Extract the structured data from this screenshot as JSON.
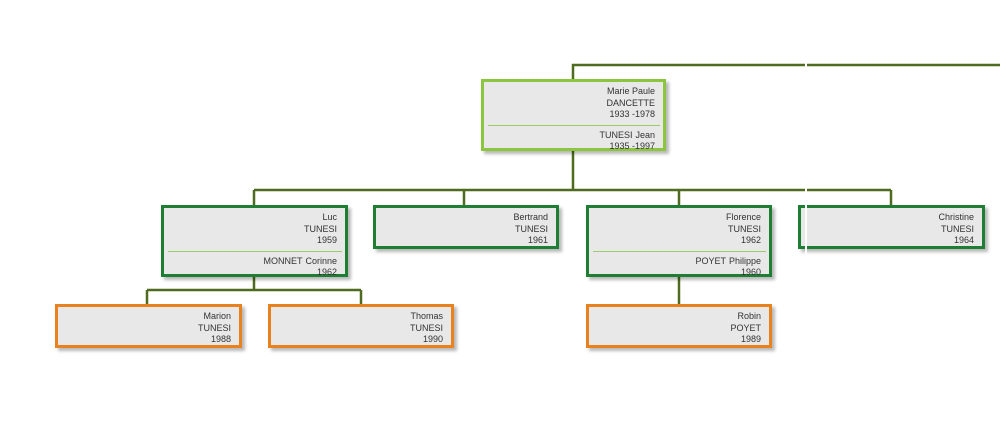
{
  "colors": {
    "connector": "#4e6b1f",
    "root_border": "#8cc63f",
    "child_border": "#1e7e34",
    "grandchild_border": "#e8821e",
    "card_fill": "#e8e8e8",
    "text": "#333333"
  },
  "root": {
    "person": {
      "first": "Marie Paule",
      "last": "DANCETTE",
      "dates": "1933  -1978"
    },
    "spouse": {
      "last": "TUNESI",
      "first": "Jean",
      "dates": "1935  -1997"
    }
  },
  "children": [
    {
      "person": {
        "first": "Luc",
        "last": "TUNESI",
        "dates": "1959"
      },
      "spouse": {
        "last": "MONNET",
        "first": "Corinne",
        "dates": "1962"
      },
      "children": [
        {
          "first": "Marion",
          "last": "TUNESI",
          "dates": "1988"
        },
        {
          "first": "Thomas",
          "last": "TUNESI",
          "dates": "1990"
        }
      ]
    },
    {
      "person": {
        "first": "Bertrand",
        "last": "TUNESI",
        "dates": "1961"
      }
    },
    {
      "person": {
        "first": "Florence",
        "last": "TUNESI",
        "dates": "1962"
      },
      "spouse": {
        "last": "POYET",
        "first": "Philippe",
        "dates": "1960"
      },
      "children": [
        {
          "first": "Robin",
          "last": "POYET",
          "dates": "1989"
        }
      ]
    },
    {
      "person": {
        "first": "Christine",
        "last": "TUNESI",
        "dates": "1964"
      }
    }
  ]
}
